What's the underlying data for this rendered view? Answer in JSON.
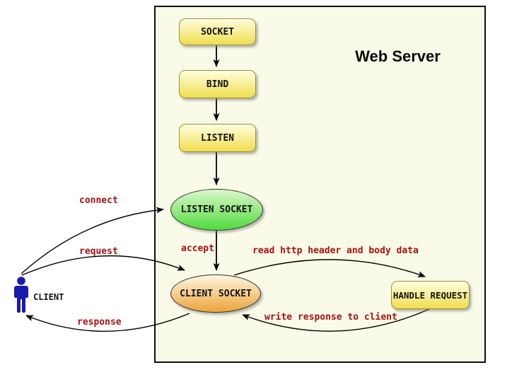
{
  "diagram": {
    "title": "Web Server",
    "nodes": {
      "socket": "SOCKET",
      "bind": "BIND",
      "listen": "LISTEN",
      "listen_socket": "LISTEN SOCKET",
      "client_socket": "CLIENT SOCKET",
      "handle_request": "HANDLE REQUEST"
    },
    "actor": {
      "label": "CLIENT"
    },
    "edges": {
      "socket_to_bind": {
        "from": "SOCKET",
        "to": "BIND",
        "label": ""
      },
      "bind_to_listen": {
        "from": "BIND",
        "to": "LISTEN",
        "label": ""
      },
      "listen_to_socket": {
        "from": "LISTEN",
        "to": "LISTEN SOCKET",
        "label": ""
      },
      "accept": {
        "from": "LISTEN SOCKET",
        "to": "CLIENT SOCKET",
        "label": "accept"
      },
      "connect": {
        "from": "CLIENT",
        "to": "LISTEN SOCKET",
        "label": "connect"
      },
      "request": {
        "from": "CLIENT",
        "to": "CLIENT SOCKET",
        "label": "request"
      },
      "response": {
        "from": "CLIENT SOCKET",
        "to": "CLIENT",
        "label": "response"
      },
      "read": {
        "from": "CLIENT SOCKET",
        "to": "HANDLE REQUEST",
        "label": "read http header and body data"
      },
      "write": {
        "from": "HANDLE REQUEST",
        "to": "CLIENT SOCKET",
        "label": "write response to client"
      }
    },
    "colors": {
      "label-red": "#aa1111",
      "person-blue": "#1a1aae",
      "server-bg": "#fafae8",
      "server-border": "#111111",
      "yellow-top": "#ffffe0",
      "yellow-bottom": "#f0dd4e",
      "box-border": "#94943c",
      "green-top": "#dcf7cb",
      "green-bottom": "#4fdc3c",
      "orange-top": "#fdf6e0",
      "orange-bottom": "#eca43c",
      "ellipse-border": "#2e2e2e",
      "arrow-black": "#000000"
    }
  }
}
